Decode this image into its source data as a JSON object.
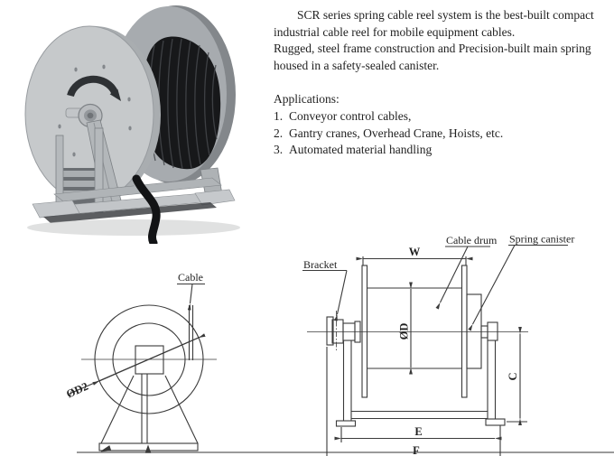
{
  "description": {
    "lines": [
      "SCR series spring cable reel system is the best-built compact",
      "industrial cable reel for mobile equipment cables.",
      "Rugged, steel frame construction and Precision-built main spring",
      "housed in a safety-sealed canister."
    ],
    "applications_heading": "Applications:",
    "applications": [
      "Conveyor control cables,",
      "Gantry cranes, Overhead Crane, Hoists, etc.",
      "Automated material handling"
    ]
  },
  "front_view": {
    "cable_label": "Cable",
    "dim_d2": "ØD2"
  },
  "side_view": {
    "bracket_label": "Bracket",
    "cable_drum_label": "Cable drum",
    "spring_canister_label": "Spring canister",
    "dim_w": "W",
    "dim_d": "ØD",
    "dim_c": "C",
    "dim_e": "E",
    "dim_f": "F"
  },
  "colors": {
    "drawing_line": "#3a3a3a",
    "text": "#1f1f1f",
    "reel_flange_gray": "#c6c9cb",
    "reel_cable_black": "#17181a",
    "bottom_rule_gray": "#9a9a9a"
  }
}
